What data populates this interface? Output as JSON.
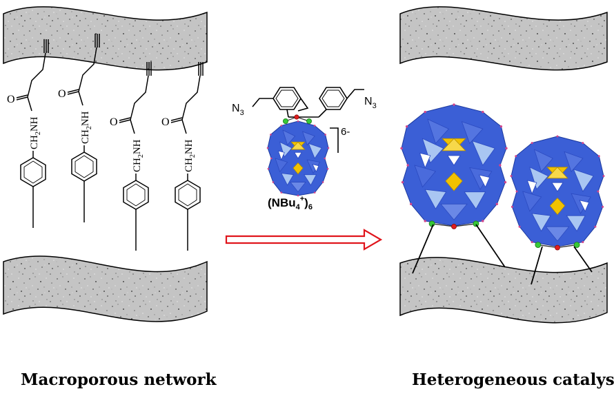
{
  "labels": {
    "left_caption": "Macroporous network",
    "right_caption": "Heterogeneous catalyst"
  },
  "reagent": {
    "azide_left": "N",
    "azide_left_sub": "3",
    "azide_right": "N",
    "azide_right_sub": "3",
    "charge": "6-",
    "counterion_main": "(NBu",
    "counterion_sub4": "4",
    "counterion_sup": "+",
    "counterion_close": ")",
    "counterion_sub6": "6"
  },
  "linker": {
    "carbonyl": "O",
    "amide": "NH",
    "methylene_prefix": "CH",
    "methylene_sub": "2"
  },
  "colors": {
    "polyhedra": "#3b5fd6",
    "polyhedra_light": "#a9c6f2",
    "gold": "#f2c200",
    "arrow": "#e0141b",
    "support_fill": "#b9b9b9",
    "node_green": "#37c837",
    "node_red": "#e01e1e"
  }
}
